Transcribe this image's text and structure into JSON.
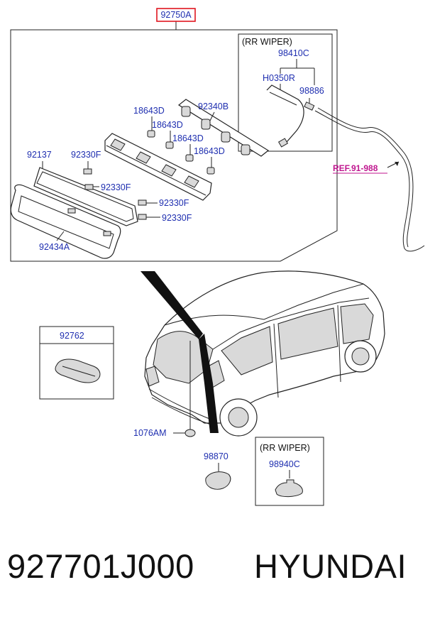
{
  "callouts": {
    "assembly": "92750A",
    "rr_wiper_top": "(RR WIPER)",
    "hose_assy": "98410C",
    "h0350r": "H0350R",
    "nozzle": "98886",
    "bulb_1": "18643D",
    "bulb_2": "18643D",
    "bulb_3": "18643D",
    "bulb_4": "18643D",
    "socket": "92340B",
    "gasket": "92137",
    "clip_1": "92330F",
    "clip_2": "92330F",
    "clip_3": "92330F",
    "clip_4": "92330F",
    "lens": "92434A",
    "ref": "REF.91-988",
    "cover_box": "92762",
    "grommet": "1076AM",
    "cap": "98870",
    "rr_wiper_bottom": "(RR WIPER)",
    "wiper_grommet": "98940C"
  },
  "colors": {
    "label": "#1f2fb0",
    "ref": "#c0168f",
    "highlight_box": "#e0161f"
  },
  "footer": {
    "part_number": "927701J000",
    "brand": "HYUNDAI"
  }
}
